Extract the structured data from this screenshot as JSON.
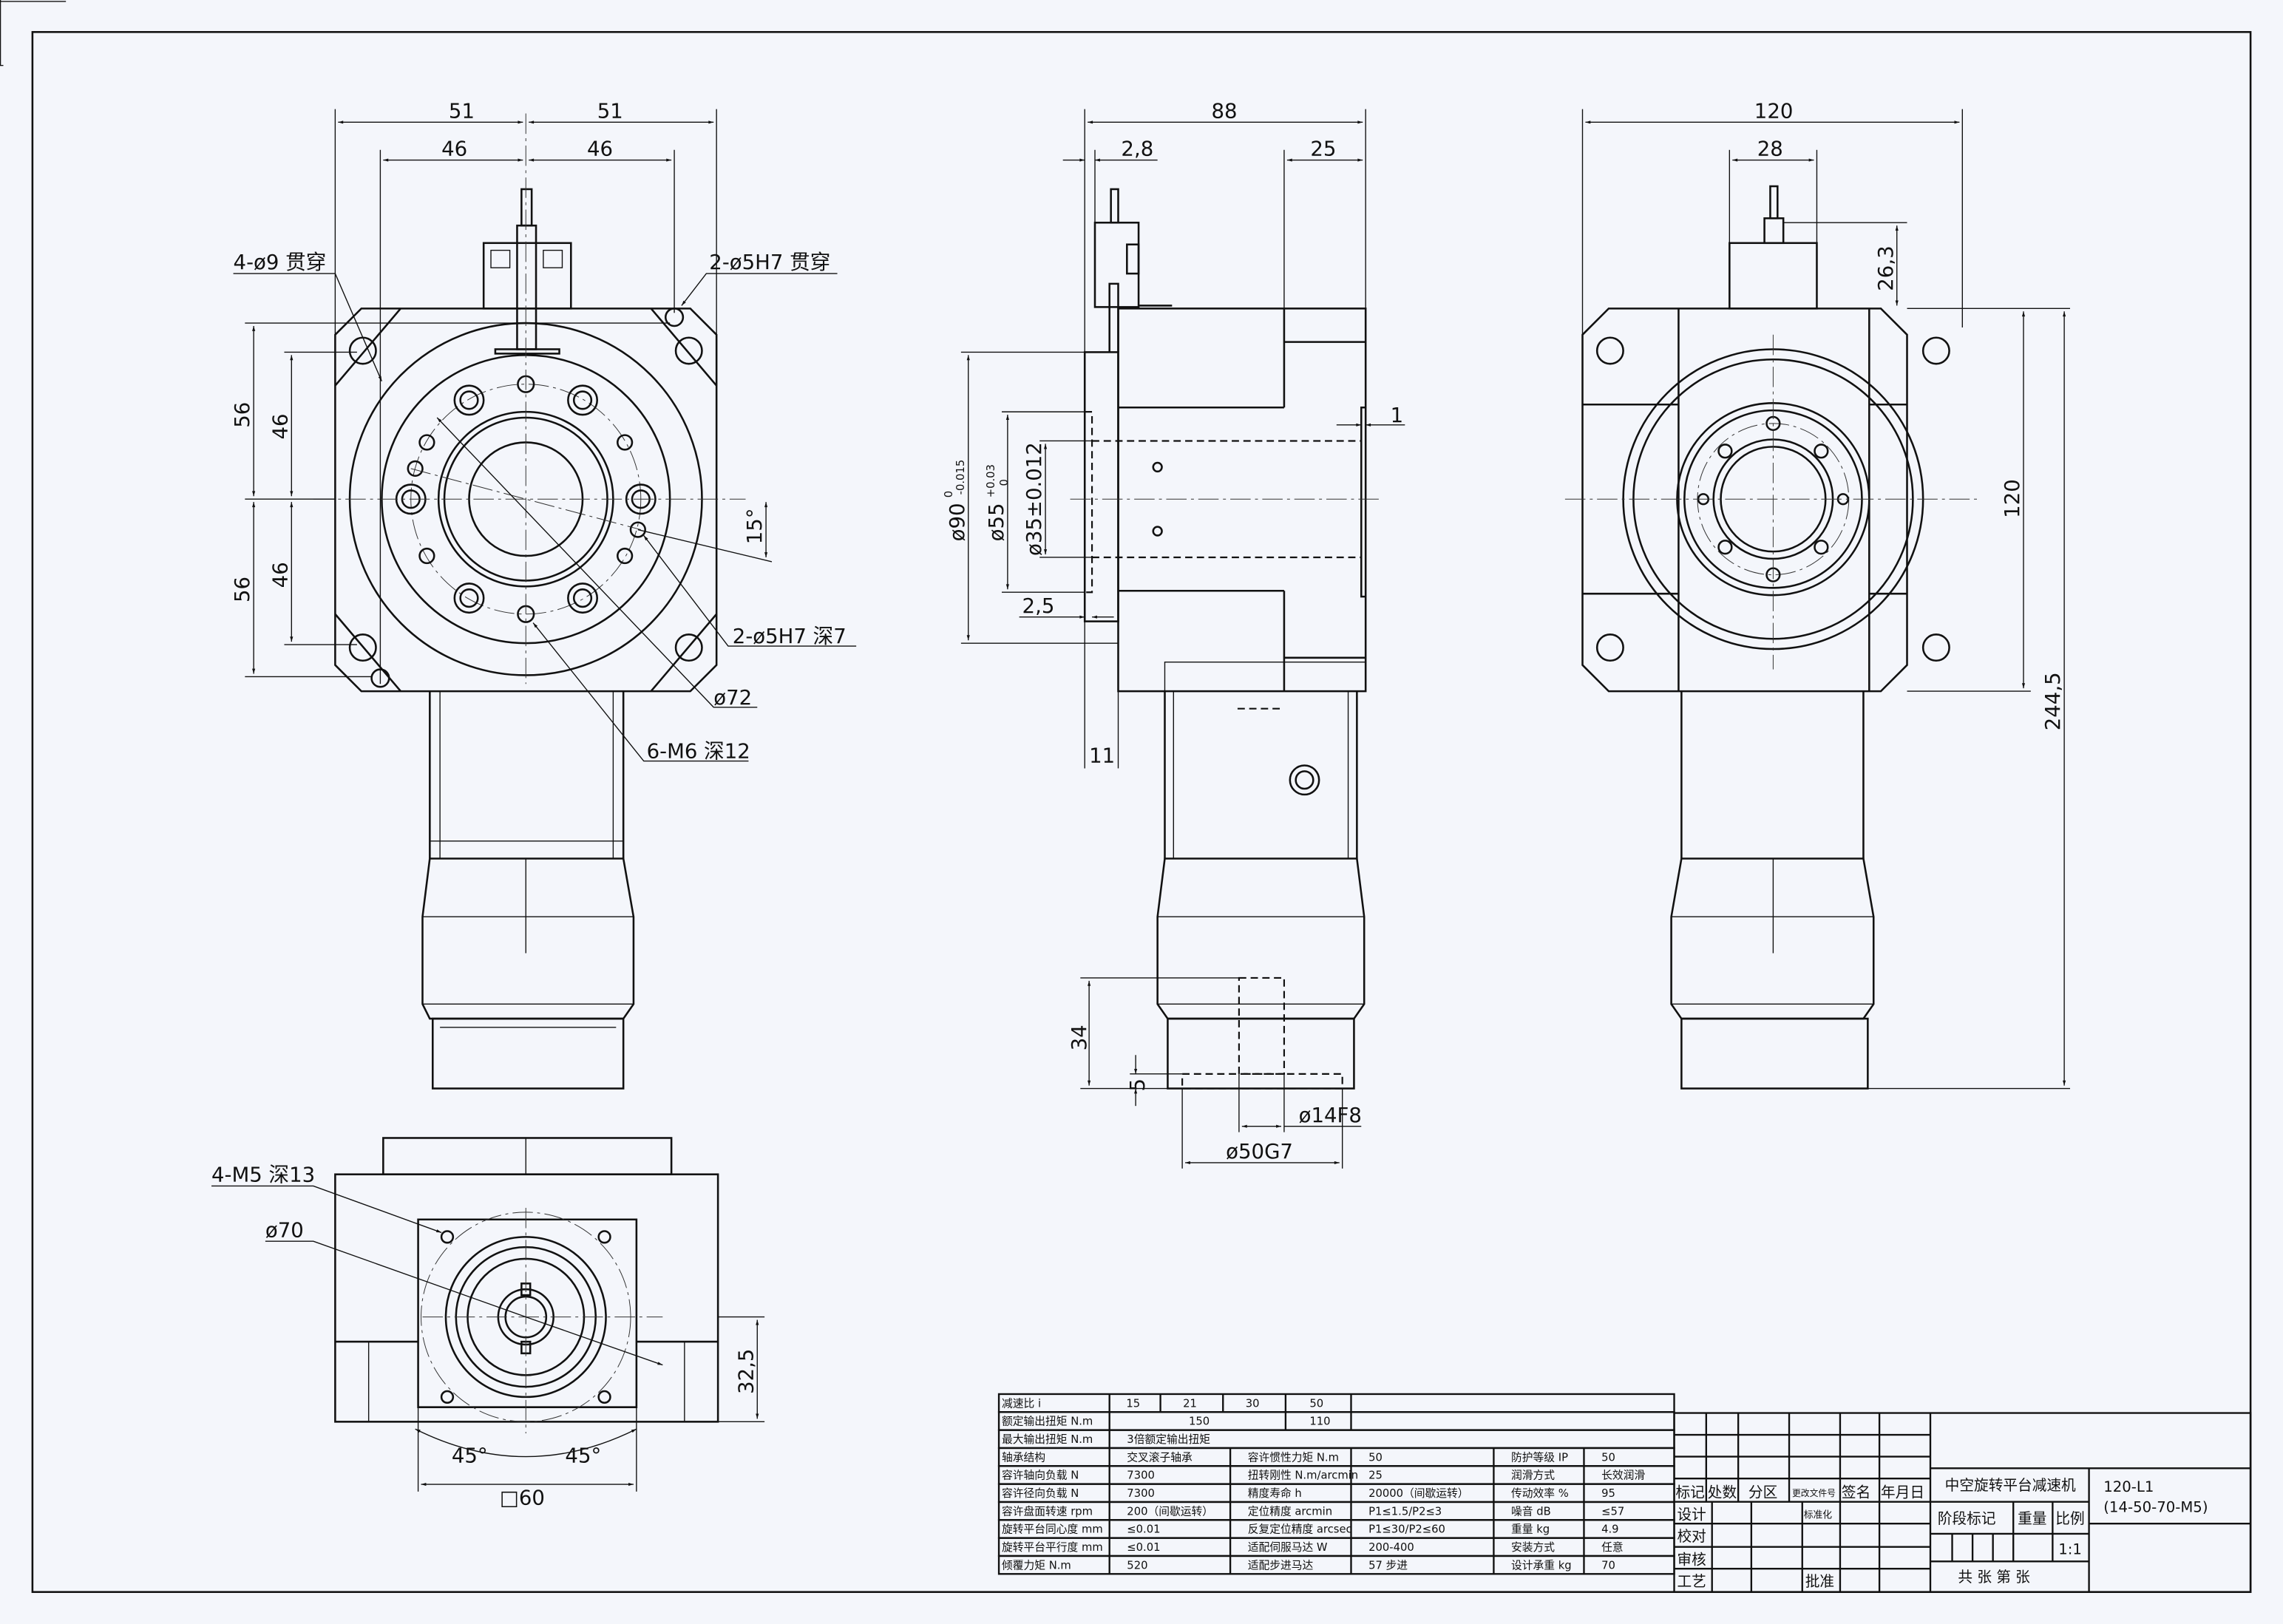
{
  "front_view": {
    "dims": {
      "w51_left": "51",
      "w51_right": "51",
      "w46_left": "46",
      "w46_right": "46",
      "h56_top": "56",
      "h56_bottom": "56",
      "h46_top": "46",
      "h46_bottom": "46",
      "angle": "15°"
    },
    "callouts": {
      "corner_holes": "4-ø9 贯穿",
      "pin_thru": "2-ø5H7 贯穿",
      "pin_blind": "2-ø5H7 深7",
      "pcd": "ø72",
      "tapped": "6-M6 深12"
    }
  },
  "side_view": {
    "dims": {
      "length": "88",
      "offset": "2,8",
      "flange": "25",
      "step": "1",
      "d90": "ø90",
      "d90_upper": "0",
      "d90_lower": "-0.015",
      "d55": "ø55",
      "d55_upper": "+0.03",
      "d55_lower": "0",
      "d35": "ø35±0.012",
      "recess": "2,5",
      "w11": "11",
      "h34": "34",
      "h5": "5",
      "shaft": "ø14F8",
      "spigot": "ø50G7"
    }
  },
  "right_view": {
    "dims": {
      "width": "120",
      "box": "28",
      "box_h": "26,3",
      "height": "120",
      "total": "244,5"
    }
  },
  "bottom_view": {
    "dims": {
      "tapped": "4-M5 深13",
      "pcd": "ø70",
      "offset": "32,5",
      "angle_left": "45°",
      "angle_right": "45°",
      "square": "□60"
    }
  },
  "spec_table": {
    "row0": [
      "减速比 i",
      "15",
      "21",
      "30",
      "50"
    ],
    "row1": [
      "额定输出扭矩 N.m",
      "150",
      "110"
    ],
    "row2": [
      "最大输出扭矩 N.m",
      "3倍额定输出扭矩"
    ],
    "rows": [
      [
        "轴承结构",
        "交叉滚子轴承",
        "容许惯性力矩 N.m",
        "50",
        "防护等级 IP",
        "50"
      ],
      [
        "容许轴向负载 N",
        "7300",
        "扭转刚性 N.m/arcmin",
        "25",
        "润滑方式",
        "长效润滑"
      ],
      [
        "容许径向负载 N",
        "7300",
        "精度寿命 h",
        "20000（间歇运转）",
        "传动效率 %",
        "95"
      ],
      [
        "容许盘面转速 rpm",
        "200（间歇运转）",
        "定位精度 arcmin",
        "P1≤1.5/P2≤3",
        "噪音 dB",
        "≤57"
      ],
      [
        "旋转平台同心度 mm",
        "≤0.01",
        "反复定位精度 arcsec",
        "P1≤30/P2≤60",
        "重量 kg",
        "4.9"
      ],
      [
        "旋转平台平行度 mm",
        "≤0.01",
        "适配伺服马达 W",
        "200-400",
        "安装方式",
        "任意"
      ],
      [
        "倾覆力矩 N.m",
        "520",
        "适配步进马达",
        "57 步进",
        "设计承重 kg",
        "70"
      ]
    ]
  },
  "title_block": {
    "header": [
      "标记",
      "处数",
      "分区",
      "更改文件号",
      "签名",
      "年月日"
    ],
    "roles": [
      "设计",
      "校对",
      "审核",
      "工艺"
    ],
    "standardization": "标准化",
    "approval": "批准",
    "product_name": "中空旋转平台减速机",
    "model": "120-L1",
    "model_detail": "(14-50-70-M5)",
    "stage_mark": "阶段标记",
    "weight": "重量",
    "scale_label": "比例",
    "scale": "1:1",
    "sheets": "共  张 第  张"
  }
}
